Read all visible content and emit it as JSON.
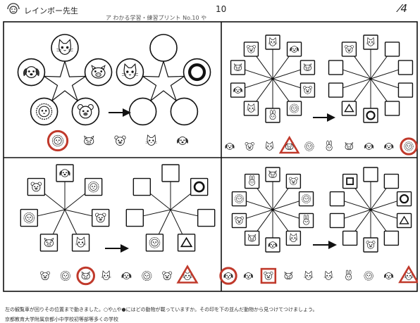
{
  "header": {
    "brand": "レインボー先生",
    "page_number": "10",
    "score": "⁄4",
    "subtitle": "ア わかる学習・練習プリント No.10 や"
  },
  "footer": {
    "instruction": "左の観覧車が回りその位置まで動きました。○や△や●にはどの動物が載っていますか。その印を下の並んだ動物から見つけてつけましょう。",
    "school": "京都教育大学附属京都小中学校初等部等多くの学校"
  },
  "icons": {
    "logo": "rainbow-teacher-logo",
    "arrow": "right-arrow-icon"
  },
  "colors": {
    "highlight": "#c0392b",
    "ink": "#111111"
  },
  "panels": [
    {
      "name": "problem-1",
      "spokes": 5,
      "shape": "circle",
      "answer_row": [
        "lion",
        "pig",
        "bear",
        "cat",
        "dog"
      ]
    },
    {
      "name": "problem-2",
      "spokes": 10,
      "shape": "square",
      "answer_row": [
        "dog",
        "bear",
        "cat",
        "pig",
        "lion",
        "rabbit",
        "pig",
        "dog",
        "dog",
        "lion"
      ]
    },
    {
      "name": "problem-3",
      "spokes": 7,
      "shape": "square",
      "answer_row": [
        "bear",
        "lion",
        "pig",
        "cat",
        "dog",
        "lion",
        "bear",
        "cat"
      ]
    },
    {
      "name": "problem-4",
      "spokes": 10,
      "shape": "square",
      "answer_row": [
        "dog",
        "dog",
        "bear",
        "pig",
        "cat",
        "cat",
        "rabbit",
        "lion",
        "dog",
        "cat"
      ]
    }
  ]
}
